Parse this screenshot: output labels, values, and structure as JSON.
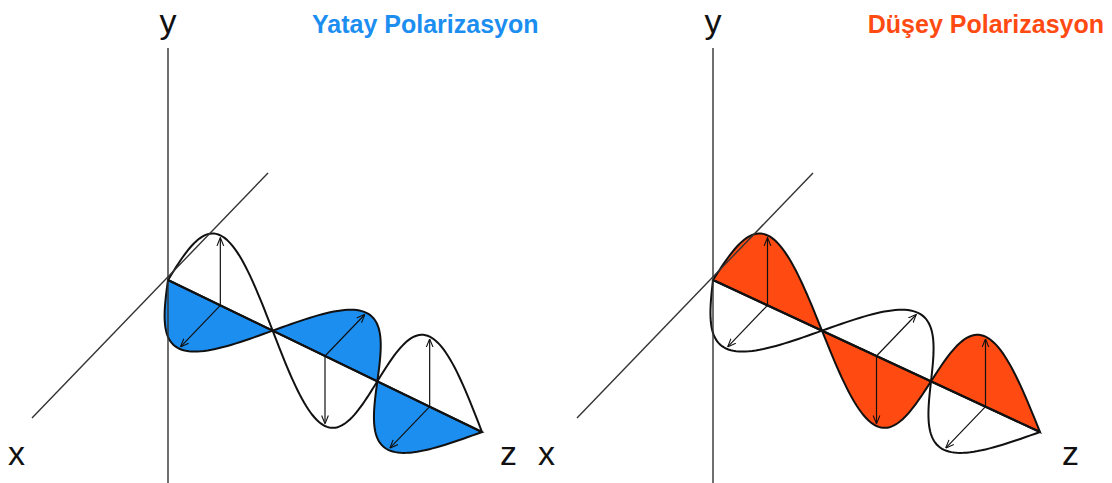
{
  "diagram": {
    "labels": [
      "y",
      "Yatay Polarizasyon",
      "x",
      "z",
      "y",
      "Düşey Polarizasyon",
      "x",
      "z"
    ]
  }
}
